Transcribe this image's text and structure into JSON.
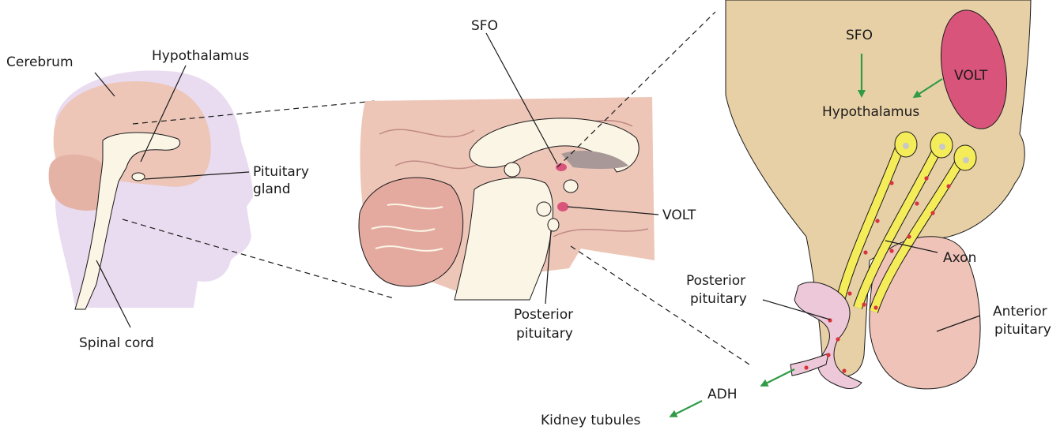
{
  "labels": {
    "cerebrum": "Cerebrum",
    "hypothalamus_left": "Hypothalamus",
    "pituitary_gland_1": "Pituitary",
    "pituitary_gland_2": "gland",
    "spinal_cord": "Spinal cord",
    "sfo_mid": "SFO",
    "volt_mid": "VOLT",
    "posterior_pituitary_mid_1": "Posterior",
    "posterior_pituitary_mid_2": "pituitary",
    "sfo_right": "SFO",
    "volt_right": "VOLT",
    "hypothalamus_right": "Hypothalamus",
    "axon": "Axon",
    "posterior_pituitary_right_1": "Posterior",
    "posterior_pituitary_right_2": "pituitary",
    "anterior_pituitary_1": "Anterior",
    "anterior_pituitary_2": "pituitary",
    "adh": "ADH",
    "kidney_tubules": "Kidney tubules"
  },
  "colors": {
    "brain_pink": "#edc6b8",
    "head_lavender": "#eadcf0",
    "white_matter": "#fbf5e6",
    "hypothalamus_tan": "#e8d0a6",
    "volt_magenta": "#d9547a",
    "axon_yellow": "#f5ec5a",
    "anterior_pituitary": "#efc3b8",
    "vessel_pink": "#ecc8d8",
    "hormone_red": "#d8343c",
    "arrow_green": "#2f9b46"
  }
}
